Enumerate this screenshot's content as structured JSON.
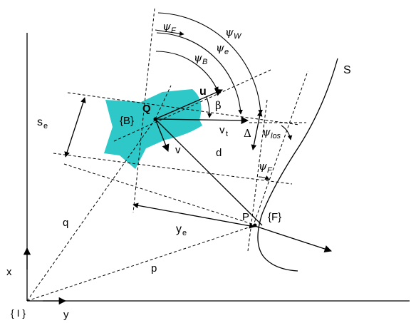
{
  "diagram": {
    "colors": {
      "line": "#000000",
      "vessel_fill": "#2ec8c8"
    },
    "labels": {
      "frame_I": "{ I }",
      "axis_x": "x",
      "axis_y": "y",
      "q": "q",
      "p": "p",
      "point_Q": "Q",
      "frame_B": "{B}",
      "u": "u",
      "v": "v",
      "beta": "β",
      "vt_main": "v",
      "vt_sub": "t",
      "delta": "Δ",
      "d": "d",
      "se_main": "s",
      "se_sub": "e",
      "ye_main": "y",
      "ye_sub": "e",
      "point_P": "P",
      "frame_F": "{F}",
      "curve_S": "S",
      "psi": "ψ",
      "sub_F": "F",
      "sub_W": "W",
      "sub_e": "e",
      "sub_B": "B",
      "sub_los": "los",
      "psi_F_lower_sub": "F"
    }
  }
}
